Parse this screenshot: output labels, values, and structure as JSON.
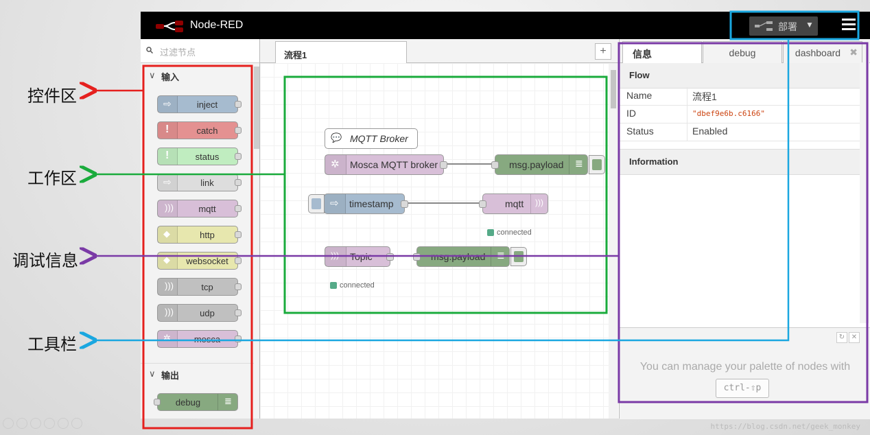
{
  "header": {
    "title": "Node-RED",
    "deploy_label": "部署"
  },
  "palette": {
    "filter_placeholder": "过滤节点",
    "categories": [
      {
        "label": "输入",
        "nodes": [
          "inject",
          "catch",
          "status",
          "link",
          "mqtt",
          "http",
          "websocket",
          "tcp",
          "udp",
          "mosca"
        ]
      },
      {
        "label": "输出",
        "nodes": [
          "debug"
        ]
      }
    ]
  },
  "workspace": {
    "tab_label": "流程1",
    "add_tab": "+",
    "nodes": {
      "comment": "MQTT Broker",
      "mosca": "Mosca MQTT broker",
      "payload1": "msg.payload",
      "timestamp": "timestamp",
      "mqtt_out": "mqtt",
      "mqtt_out_status": "connected",
      "topic_in": "Topic",
      "topic_in_status": "connected",
      "payload2": "msg.payload"
    }
  },
  "sidebar": {
    "tabs": [
      "信息",
      "debug",
      "dashboard"
    ],
    "flow_section": "Flow",
    "props": [
      {
        "key": "Name",
        "value": "流程1"
      },
      {
        "key": "ID",
        "value": "\"dbef9e6b.c6166\""
      },
      {
        "key": "Status",
        "value": "Enabled"
      }
    ],
    "info_section": "Information",
    "tip_text": "You can manage your palette of nodes with",
    "tip_shortcut": "ctrl-⇧p"
  },
  "annotations": {
    "palette_label": "控件区",
    "workspace_label": "工作区",
    "debug_label": "调试信息",
    "toolbar_label": "工具栏"
  },
  "watermark": "https://blog.csdn.net/geek_monkey",
  "colors": {
    "palette_box": "#e5201e",
    "workspace_box": "#1aab3c",
    "debug_box": "#7a3aa6",
    "toolbar_box": "#1aa7e0"
  }
}
